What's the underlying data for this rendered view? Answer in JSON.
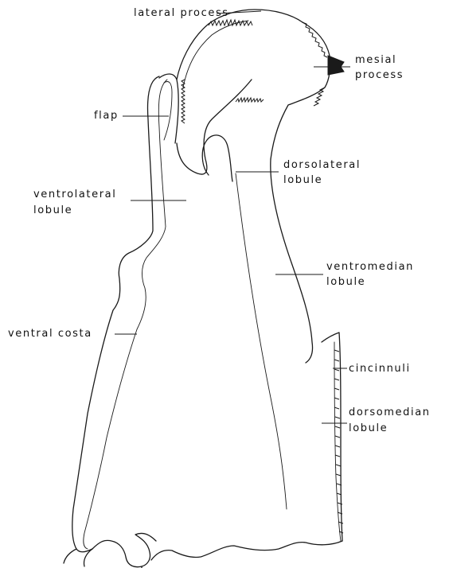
{
  "labels": {
    "lateral_process": "lateral process",
    "mesial_process_line1": "mesial",
    "mesial_process_line2": "process",
    "flap": "flap",
    "dorsolateral_line1": "dorsolateral",
    "dorsolateral_line2": "lobule",
    "ventrolateral_line1": "ventrolateral",
    "ventrolateral_line2": "lobule",
    "ventromedian_line1": "ventromedian",
    "ventromedian_line2": "lobule",
    "ventral_costa": "ventral costa",
    "cincinnuli": "cincinnuli",
    "dorsomedian_line1": "dorsomedian",
    "dorsomedian_line2": "lobule"
  },
  "colors": {
    "ink": "#1a1a1a",
    "background": "#ffffff"
  }
}
